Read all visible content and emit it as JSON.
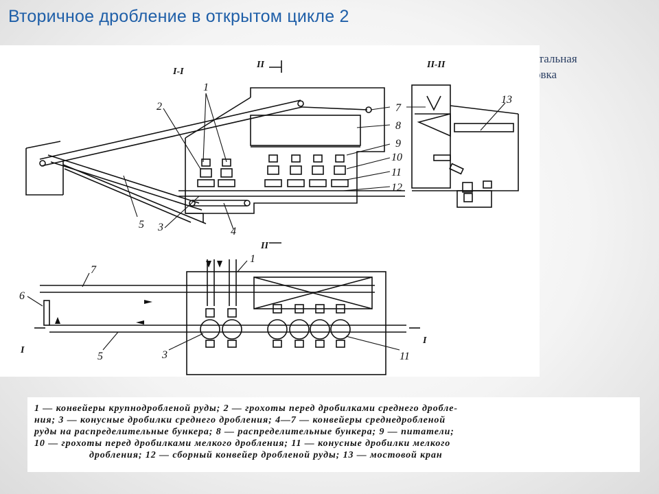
{
  "slide": {
    "title": "Вторичное дробление в открытом цикле 2",
    "side_note_line1": "Горизонтальная",
    "side_note_line2": "компоновка"
  },
  "diagram": {
    "section_labels": [
      "I-I",
      "II",
      "II-II",
      "II",
      "I",
      "I"
    ],
    "callouts": [
      "1",
      "2",
      "3",
      "4",
      "5",
      "6",
      "7",
      "8",
      "9",
      "10",
      "11",
      "12",
      "13",
      "1",
      "7",
      "5",
      "3",
      "11"
    ]
  },
  "caption": {
    "lines": [
      "1 — конвейеры крупнодробленой руды; 2 — грохоты перед дробилками среднего дробле-",
      "ния; 3 — конусные дробилки среднего дробления; 4—7 — конвейеры среднедробленой",
      "руды на распределительные бункера; 8 — распределительные бункера; 9 — питатели;",
      "10 — грохоты перед дробилками мелкого дробления; 11 — конусные дробилки мелкого",
      "дробления; 12 — сборный конвейер дробленой руды; 13 — мостовой кран"
    ]
  }
}
